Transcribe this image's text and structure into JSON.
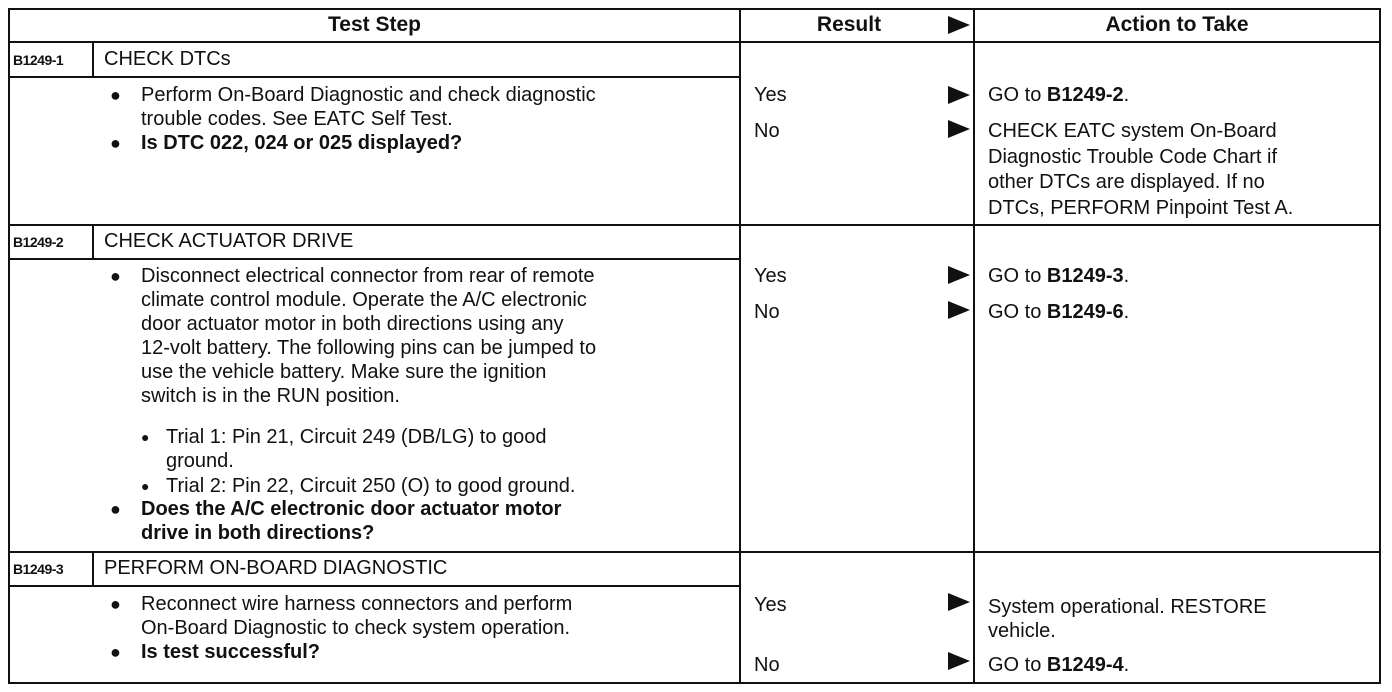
{
  "header": {
    "test_step": "Test Step",
    "result": "Result",
    "action": "Action to Take"
  },
  "steps": [
    {
      "code": "B1249-1",
      "title": "CHECK DTCs",
      "bullets": [
        {
          "lines": [
            "Perform On-Board Diagnostic and check diagnostic",
            "trouble codes.  See EATC Self Test."
          ],
          "bold": false
        },
        {
          "lines": [
            "Is DTC 022, 024 or 025 displayed?"
          ],
          "bold": true
        }
      ],
      "results": [
        {
          "result": "Yes",
          "action_prefix": "GO to ",
          "action_bold": "B1249-2",
          "action_suffix": "."
        },
        {
          "result": "No",
          "action_lines": [
            "CHECK EATC system On-Board",
            "Diagnostic Trouble Code Chart if",
            "other DTCs are displayed. If no",
            "DTCs, PERFORM Pinpoint Test A."
          ]
        }
      ]
    },
    {
      "code": "B1249-2",
      "title": "CHECK ACTUATOR DRIVE",
      "bullets": [
        {
          "lines": [
            "Disconnect electrical connector from rear of remote",
            "climate control module. Operate the A/C electronic",
            "door actuator motor in both directions using any",
            "12-volt battery. The following pins can be jumped to",
            "use the vehicle battery. Make sure the ignition",
            "switch is in the RUN position."
          ],
          "bold": false
        },
        {
          "lines": [
            "Does the A/C electronic door actuator motor",
            "drive in both directions?"
          ],
          "bold": true
        }
      ],
      "subbullets": [
        {
          "lines": [
            "Trial 1: Pin 21, Circuit 249 (DB/LG) to good",
            "ground."
          ]
        },
        {
          "lines": [
            "Trial 2: Pin 22, Circuit 250 (O) to good ground."
          ]
        }
      ],
      "results": [
        {
          "result": "Yes",
          "action_prefix": "GO to ",
          "action_bold": "B1249-3",
          "action_suffix": "."
        },
        {
          "result": "No",
          "action_prefix": "GO to ",
          "action_bold": "B1249-6",
          "action_suffix": "."
        }
      ]
    },
    {
      "code": "B1249-3",
      "title": "PERFORM ON-BOARD DIAGNOSTIC",
      "bullets": [
        {
          "lines": [
            "Reconnect wire harness connectors and perform",
            "On-Board Diagnostic to check system operation."
          ],
          "bold": false
        },
        {
          "lines": [
            "Is test successful?"
          ],
          "bold": true
        }
      ],
      "results": [
        {
          "result": "Yes",
          "action_lines": [
            "System operational. RESTORE",
            "vehicle."
          ]
        },
        {
          "result": "No",
          "action_prefix": "GO to ",
          "action_bold": "B1249-4",
          "action_suffix": "."
        }
      ]
    }
  ],
  "colors": {
    "ink": "#111111",
    "background": "#ffffff"
  },
  "icons": {
    "bullet": "bullet-dot-icon",
    "arrow": "right-triangle-arrow-icon"
  }
}
